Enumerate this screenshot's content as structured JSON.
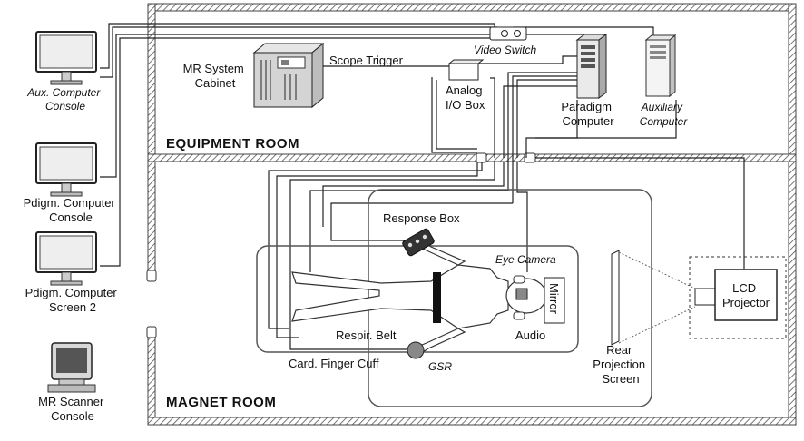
{
  "rooms": {
    "equipment": "EQUIPMENT ROOM",
    "magnet": "MAGNET ROOM"
  },
  "consoles": {
    "aux": [
      "Aux. Computer",
      "Console"
    ],
    "pdigm": [
      "Pdigm. Computer",
      "Console"
    ],
    "pdigm2": [
      "Pdigm. Computer",
      "Screen 2"
    ],
    "scanner": [
      "MR Scanner",
      "Console"
    ]
  },
  "equipment": {
    "cabinet": [
      "MR System",
      "Cabinet"
    ],
    "scope_trigger": "Scope Trigger",
    "video_switch": "Video Switch",
    "analog": [
      "Analog",
      "I/O Box"
    ],
    "paradigm": [
      "Paradigm",
      "Computer"
    ],
    "auxiliary": [
      "Auxiliary",
      "Computer"
    ]
  },
  "magnet": {
    "response_box": "Response Box",
    "eye_camera": "Eye Camera",
    "mirror": "Mirror",
    "audio": "Audio",
    "resp_belt": "Respir. Belt",
    "finger_cuff": "Card. Finger Cuff",
    "gsr": "GSR",
    "rear_screen": [
      "Rear",
      "Projection",
      "Screen"
    ],
    "lcd": [
      "LCD",
      "Projector"
    ]
  },
  "icons": [
    "monitor-icon",
    "crt-monitor-icon",
    "server-cabinet-icon",
    "tower-computer-icon",
    "switch-icon",
    "projector-icon"
  ]
}
